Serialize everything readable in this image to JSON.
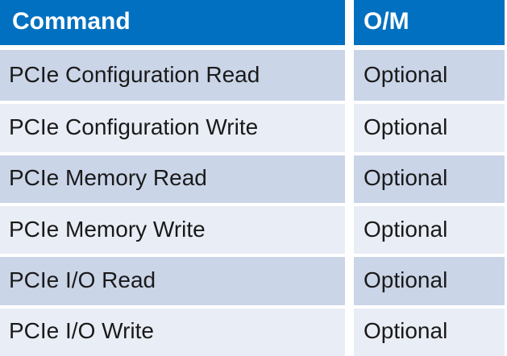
{
  "chart_data": {
    "type": "table",
    "columns": [
      "Command",
      "O/M"
    ],
    "rows": [
      [
        "PCIe Configuration Read",
        "Optional"
      ],
      [
        "PCIe Configuration Write",
        "Optional"
      ],
      [
        "PCIe Memory Read",
        "Optional"
      ],
      [
        "PCIe Memory Write",
        "Optional"
      ],
      [
        "PCIe I/O Read",
        "Optional"
      ],
      [
        "PCIe I/O Write",
        "Optional"
      ]
    ],
    "layout": {
      "banded_rows": true,
      "header_style": "solid-accent"
    }
  },
  "colors": {
    "header_bg": "#0170C0",
    "header_text": "#FFFFFF",
    "row_band_dark": "#CBD5E8",
    "row_band_light": "#E9EDF5",
    "body_text": "#1A1A1A",
    "grid_divider": "#FFFFFF"
  }
}
